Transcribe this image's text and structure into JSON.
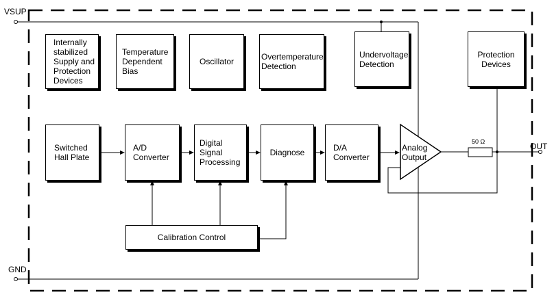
{
  "pins": {
    "vsup": "VSUP",
    "gnd": "GND",
    "out": "OUT"
  },
  "top_blocks": {
    "supply": "Internally\nstabilized\nSupply and\nProtection\nDevices",
    "temp_bias": "Temperature\nDependent\nBias",
    "oscillator": "Oscillator",
    "overtemp": "Overtemperature\nDetection",
    "undervoltage": "Undervoltage\nDetection",
    "protection": "Protection\nDevices"
  },
  "chain": {
    "hall": "Switched\nHall Plate",
    "ad": "A/D\nConverter",
    "dsp": "Digital\nSignal\nProcessing",
    "diagnose": "Diagnose",
    "da": "D/A\nConverter",
    "analog": "Analog\nOutput"
  },
  "calibration": "Calibration Control",
  "resistor": "50 Ω"
}
